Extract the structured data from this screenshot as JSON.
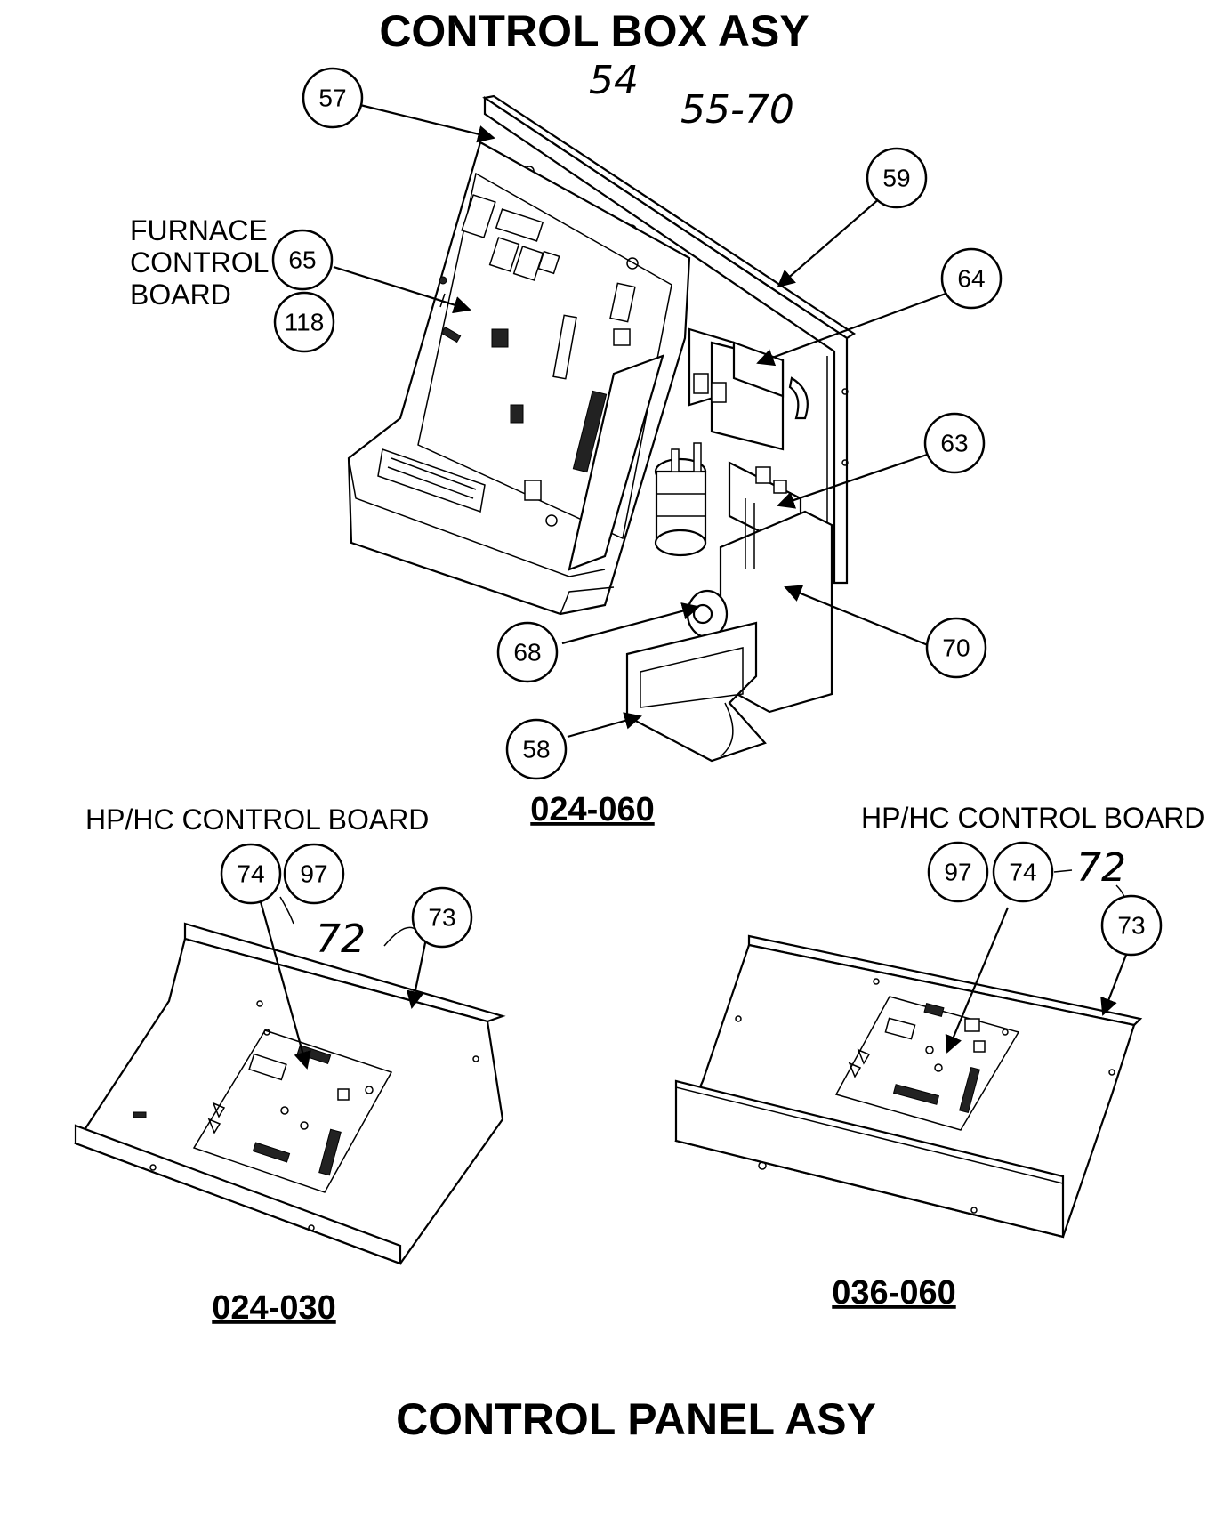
{
  "title_top": "CONTROL BOX ASY",
  "title_bottom": "CONTROL PANEL ASY",
  "handwritten": {
    "n54": "54",
    "range": "55-70",
    "left72": "72",
    "right72": "72"
  },
  "labels": {
    "furnace_line1": "FURNACE",
    "furnace_line2": "CONTROL",
    "furnace_line3": "BOARD",
    "hphc_left": "HP/HC CONTROL BOARD",
    "hphc_right": "HP/HC CONTROL BOARD"
  },
  "models": {
    "top": "024-060",
    "left": "024-030",
    "right": "036-060"
  },
  "callouts": {
    "c57": "57",
    "c59": "59",
    "c65": "65",
    "c118": "118",
    "c64": "64",
    "c63": "63",
    "c70": "70",
    "c68": "68",
    "c58": "58",
    "l74": "74",
    "l97": "97",
    "l73": "73",
    "r97": "97",
    "r74": "74",
    "r73": "73"
  }
}
